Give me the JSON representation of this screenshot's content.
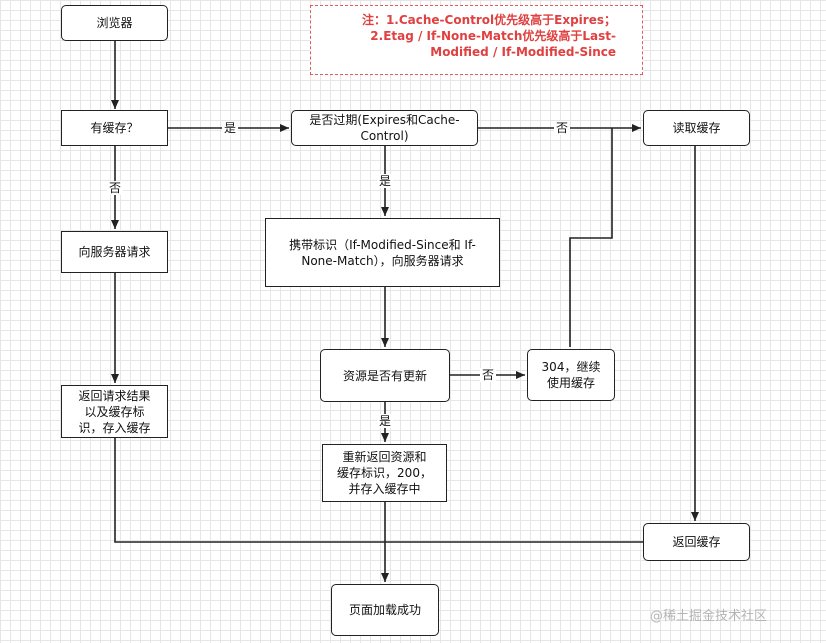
{
  "note": "注：1.Cache-Control优先级高于Expires；\n2.Etag / If-None-Match优先级高于Last-\nModified / If-Modified-Since",
  "nodes": {
    "browser": "浏览器",
    "has_cache": "有缓存？",
    "expired": "是否过期(Expires和Cache-\nControl)",
    "read_cache": "读取缓存",
    "request_server": "向服务器请求",
    "carry_tags": "携带标识（If-Modified-Since和 If-\nNone-Match），向服务器请求",
    "resource_updated": "资源是否有更新",
    "status_304": "304，继续\n使用缓存",
    "return_result": "返回请求结果\n以及缓存标\n识，存入缓存",
    "return_new": "重新返回资源和\n缓存标识，200，\n并存入缓存中",
    "return_cache": "返回缓存",
    "page_loaded": "页面加载成功"
  },
  "edge_labels": {
    "has_cache_yes": "是",
    "has_cache_no": "否",
    "expired_no": "否",
    "expired_yes": "是",
    "updated_no": "否",
    "updated_yes": "是"
  },
  "watermark": "@稀土掘金技术社区"
}
